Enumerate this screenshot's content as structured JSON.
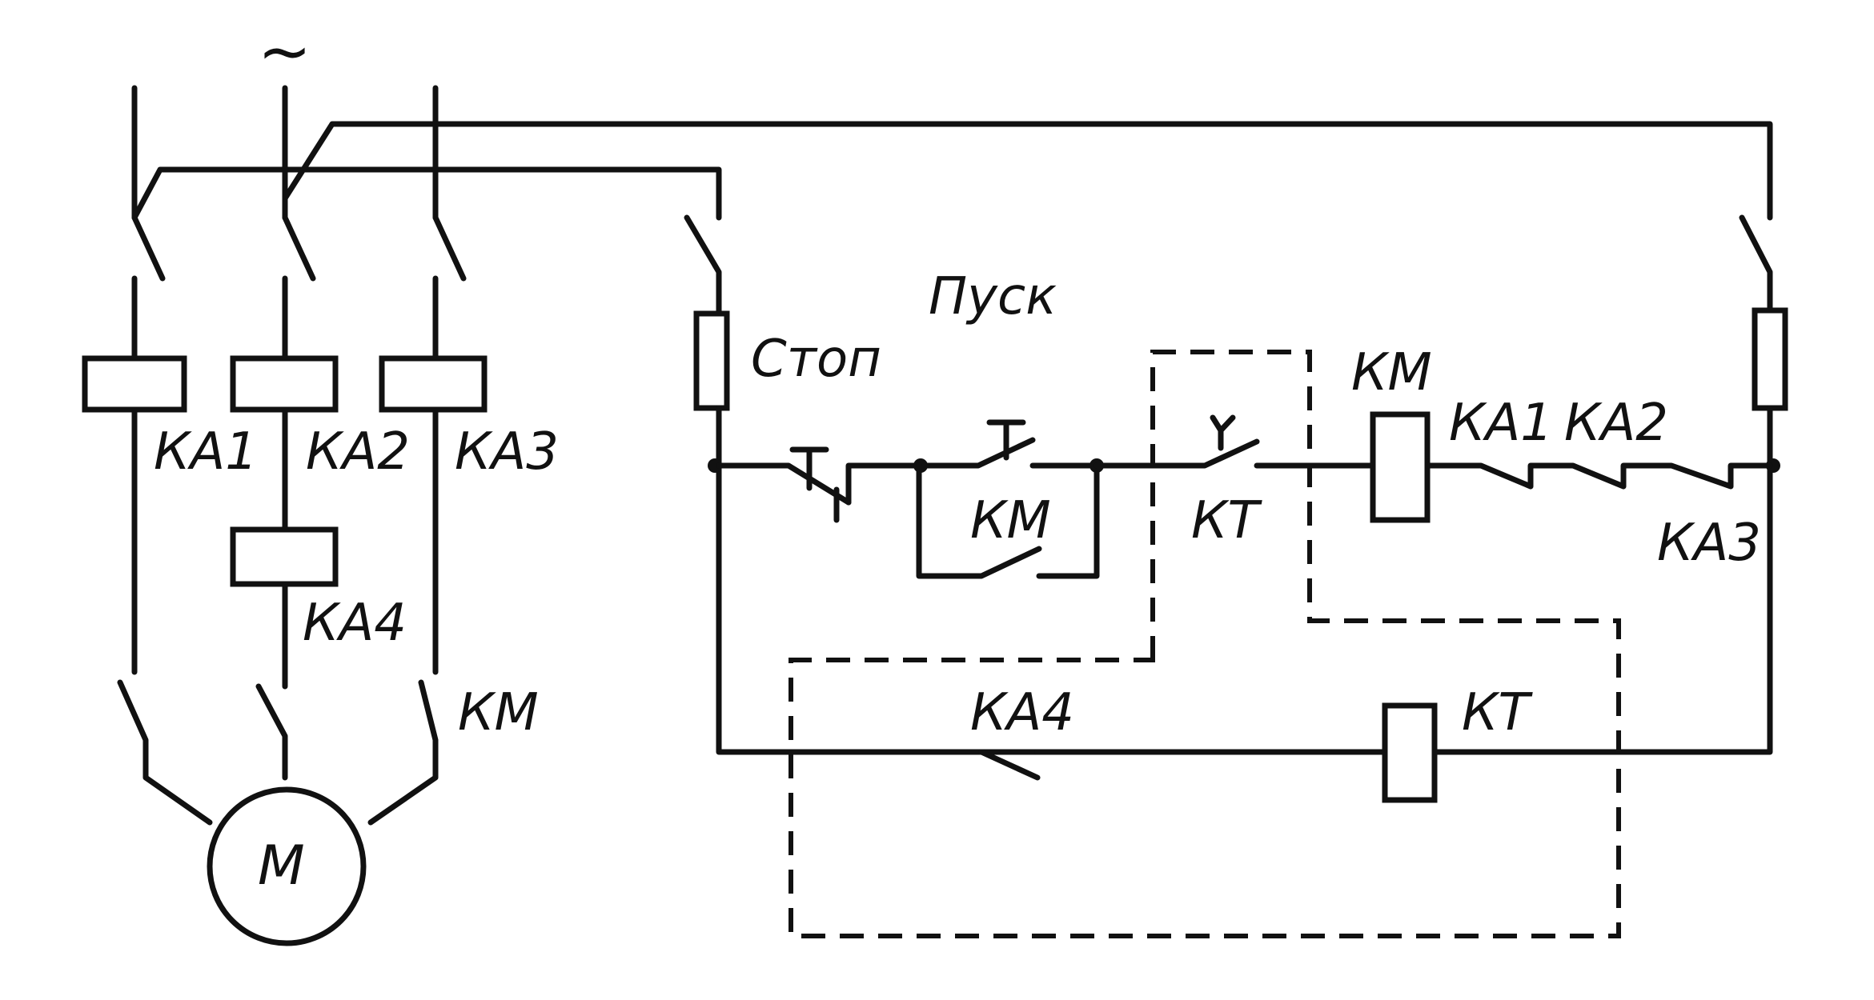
{
  "diagram": {
    "supply_symbol": "~",
    "power_circuit": {
      "phase_coil_labels": [
        "КА1",
        "КА2",
        "КА3"
      ],
      "middle_coil_label": "КА4",
      "motor_contactor_label": "КМ",
      "motor_label": "М"
    },
    "control_circuit": {
      "start_label": "Пуск",
      "stop_label": "Стоп",
      "hold_contact_label": "КМ",
      "timer_contact_label": "КТ",
      "contactor_coil_label": "КМ",
      "relay_contact_labels": [
        "КА1",
        "КА2",
        "КА3"
      ],
      "ka4_contact_label": "КА4",
      "timer_coil_label": "КТ"
    }
  }
}
